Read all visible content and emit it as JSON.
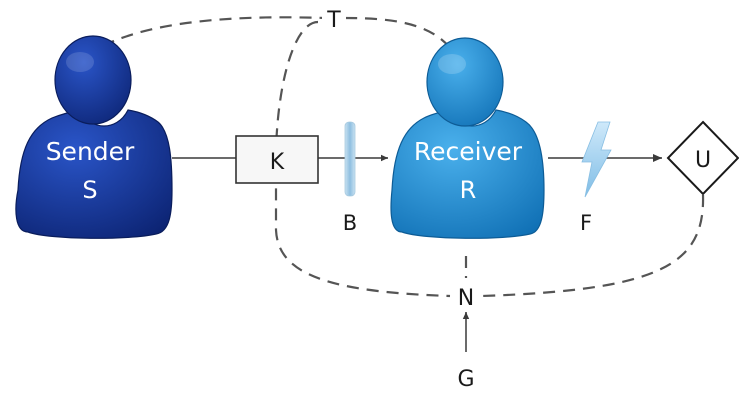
{
  "nodes": {
    "sender": {
      "title": "Sender",
      "symbol": "S",
      "color": "#13359a"
    },
    "receiver": {
      "title": "Receiver",
      "symbol": "R",
      "color": "#1a8ad2"
    },
    "channel_box": {
      "label": "K"
    },
    "outcome_diamond": {
      "label": "U"
    },
    "top_junction": {
      "label": "T"
    },
    "bottom_junction": {
      "label": "N"
    },
    "barrier": {
      "label": "B"
    },
    "flash": {
      "label": "F"
    },
    "source": {
      "label": "G"
    }
  },
  "colors": {
    "line": "#6b6b6b",
    "dashed_line": "#555555",
    "text": "#1a1a1a",
    "barrier": "#9ec9e4",
    "flash": "#a8d4f0"
  },
  "icons": {
    "sender": "person-icon",
    "receiver": "person-icon",
    "flash": "lightning-icon"
  }
}
